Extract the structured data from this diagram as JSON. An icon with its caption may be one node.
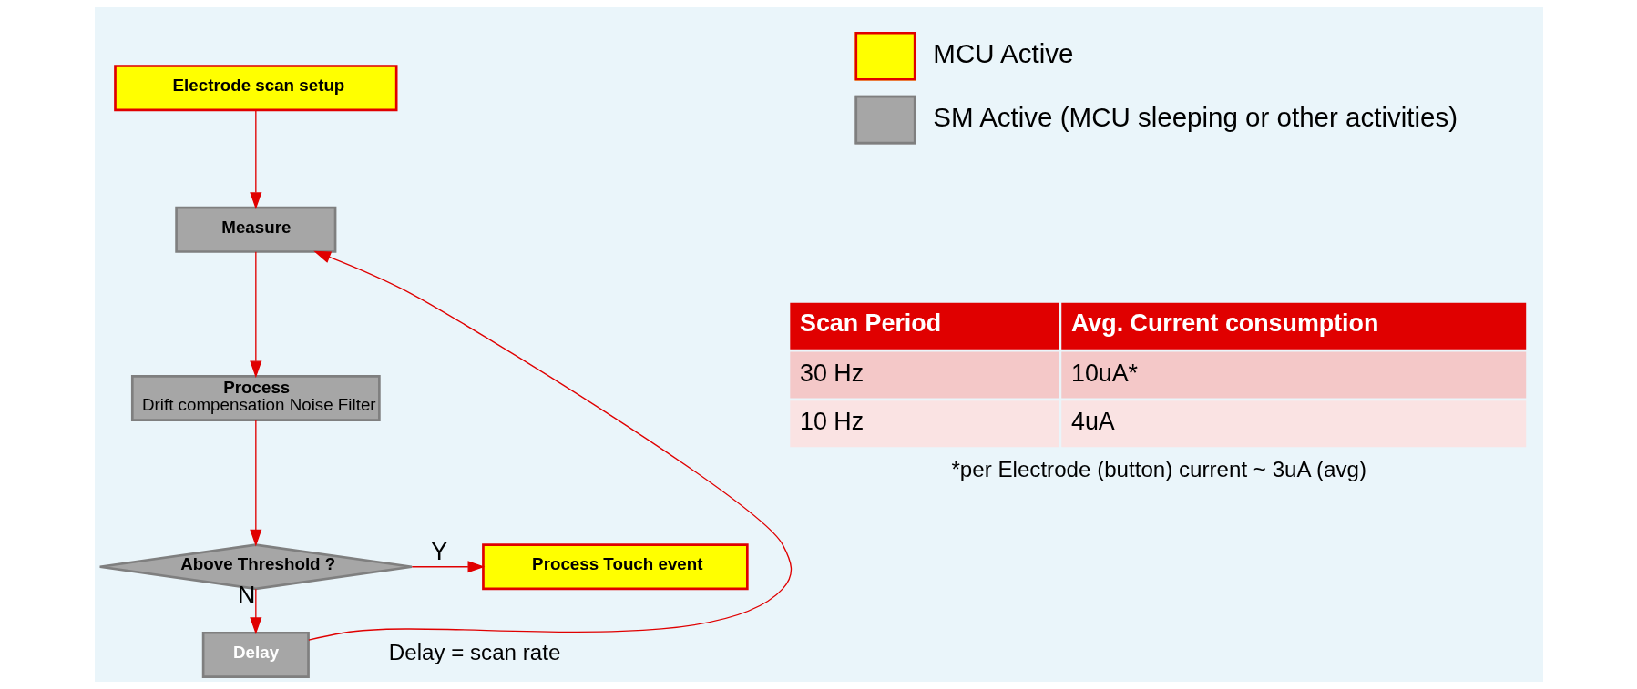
{
  "diagram": {
    "nodes": [
      {
        "text": [
          "Electrode scan setup"
        ]
      },
      {
        "text": [
          "Measure"
        ]
      },
      {
        "text": [
          "Process",
          "Drift compensation Noise Filter"
        ]
      },
      {
        "text": [
          "Above Threshold ?"
        ]
      },
      {
        "text": [
          "Process Touch event"
        ]
      },
      {
        "text": [
          "Delay"
        ],
        "beside": [
          "Delay = scan rate"
        ]
      }
    ],
    "edges": [
      {
        "from": 0,
        "to": 1,
        "arrow": "to"
      },
      {
        "from": 1,
        "to": 2,
        "arrow": "to"
      },
      {
        "from": 2,
        "to": 3,
        "arrow": "to"
      },
      {
        "from": 3,
        "to": 4,
        "arrow": "to",
        "label": "Y"
      },
      {
        "from": 3,
        "to": 5,
        "arrow": "to",
        "label": "N"
      },
      {
        "from": 5,
        "to": 1,
        "arrow": "to"
      }
    ],
    "labels": [
      "Scan Period",
      "Avg. Current consumption",
      "30 Hz",
      "10uA*",
      "10 Hz",
      "4uA",
      "*per Electrode (button) current ~ 3uA (avg)"
    ],
    "legend": [
      {
        "text": "MCU Active",
        "color": "#ffff00"
      },
      {
        "text": "SM Active (MCU sleeping or other activities)",
        "color": "#a6a6a6"
      }
    ]
  }
}
